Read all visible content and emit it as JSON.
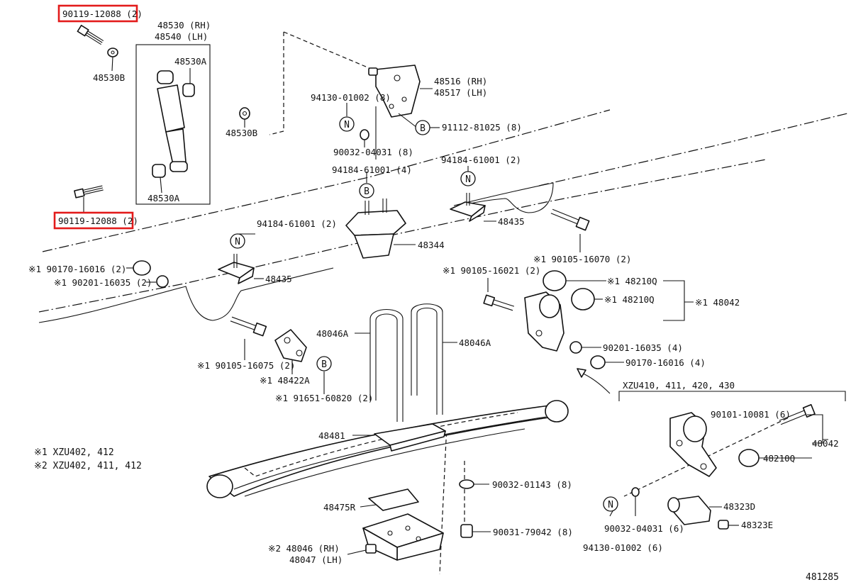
{
  "highlight_color": "#e31b1b",
  "labels": {
    "top_bolt": "90119-12088 (2)",
    "bottom_bolt": "90119-12088 (2)",
    "absorber_rh": "48530 (RH)",
    "absorber_lh": "48540 (LH)",
    "bushing_530a_top": "48530A",
    "bushing_530a_bottom": "48530A",
    "washer_530b_left": "48530B",
    "washer_530b_mid": "48530B",
    "bracket_rh": "48516 (RH)",
    "bracket_lh": "48517 (LH)",
    "nut_94130_top": "94130-01002 (8)",
    "washer_90032_top": "90032-04031 (8)",
    "bolt_91112": "91112-81025 (8)",
    "nut_94184_center": "94184-61001 (4)",
    "nut_94184_right": "94184-61001 (2)",
    "nut_94184_left": "94184-61001 (2)",
    "bumper_48344": "48344",
    "stopper_48435_right": "48435",
    "stopper_48435_left": "48435",
    "bolt_90105_16070": "※1 90105-16070 (2)",
    "bolt_90105_16021": "※1 90105-16021 (2)",
    "nut_90170_left": "※1 90170-16016 (2)",
    "washer_90201_left": "※1 90201-16035 (2)",
    "bushing_48210q_a": "※1 48210Q",
    "bushing_48210q_b": "※1 48210Q",
    "shackle_148042": "※1 48042",
    "washer_90201_right": "90201-16035 (4)",
    "nut_90170_right": "90170-16016 (4)",
    "ubolt_left": "48046A",
    "ubolt_right": "48046A",
    "bolt_90105_16075": "※1 90105-16075 (2)",
    "plate_48422a": "※1 48422A",
    "bolt_91651": "※1 91651-60820 (2)",
    "spacer_48481": "48481",
    "pad_48475r": "48475R",
    "seat_48046_rh": "※2 48046 (RH)",
    "seat_48047_lh": "48047 (LH)",
    "washer_90032_01143": "90032-01143 (8)",
    "nut_90031": "90031-79042 (8)",
    "model_group": "XZU410, 411, 420, 430",
    "bolt_90101": "90101-10081 (6)",
    "shackle_48042": "48042",
    "bushing_48210q_c": "48210Q",
    "pin_48323d": "48323D",
    "fitting_48323e": "48323E",
    "washer_90032_bottom": "90032-04031 (6)",
    "nut_94130_bottom": "94130-01002 (6)"
  },
  "callouts": {
    "n1": "N",
    "n2": "N",
    "n3": "N",
    "n4": "N",
    "b1": "B",
    "b2": "B",
    "b3": "B"
  },
  "notes": {
    "note1": "※1 XZU402, 412",
    "note2": "※2 XZU402, 411, 412"
  },
  "diagram_number": "481285"
}
